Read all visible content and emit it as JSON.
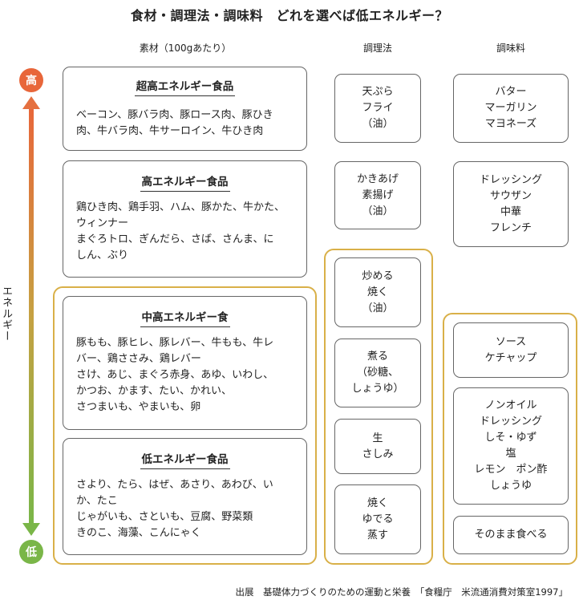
{
  "title": "食材・調理法・調味料　どれを選べば低エネルギー？",
  "columns": {
    "ingredients": "素材（100gあたり）",
    "cooking": "調理法",
    "seasoning": "調味料"
  },
  "scale": {
    "high": "高",
    "low": "低",
    "axis_label": "エネルギー",
    "colors": {
      "high": "#e8663a",
      "mid": "#c6a142",
      "low": "#7ab648"
    }
  },
  "foods": [
    {
      "title": "超高エネルギー食品",
      "lines": [
        "ベーコン、豚バラ肉、豚ロース肉、豚ひき",
        "肉、牛バラ肉、牛サーロイン、牛ひき肉"
      ]
    },
    {
      "title": "高エネルギー食品",
      "lines": [
        "鶏ひき肉、鶏手羽、ハム、豚かた、牛かた、",
        "ウィンナー",
        "まぐろトロ、ぎんだら、さば、さんま、に",
        "しん、ぶり"
      ]
    },
    {
      "title": "中高エネルギー食",
      "lines": [
        "豚もも、豚ヒレ、豚レバー、牛もも、牛レ",
        "バー、鶏ささみ、鶏レバー",
        "さけ、あじ、まぐろ赤身、あゆ、いわし、",
        "かつお、かます、たい、かれい、",
        "さつまいも、やまいも、卵"
      ]
    },
    {
      "title": "低エネルギー食品",
      "lines": [
        "さより、たら、はぜ、あさり、あわび、い",
        "か、たこ",
        "じゃがいも、さといも、豆腐、野菜類",
        "きのこ、海藻、こんにゃく"
      ]
    }
  ],
  "cooking": [
    [
      "天ぷら",
      "フライ",
      "（油）"
    ],
    [
      "かきあげ",
      "素揚げ",
      "（油）"
    ],
    [
      "炒める",
      "焼く",
      "（油）"
    ],
    [
      "煮る",
      "（砂糖、",
      "しょうゆ）"
    ],
    [
      "生",
      "さしみ"
    ],
    [
      "焼く",
      "ゆでる",
      "蒸す"
    ]
  ],
  "seasoning": [
    [
      "バター",
      "マーガリン",
      "マヨネーズ"
    ],
    [
      "ドレッシング",
      "サウザン",
      "中華",
      "フレンチ"
    ],
    [
      "ソース",
      "ケチャップ"
    ],
    [
      "ノンオイル",
      "ドレッシング",
      "しそ・ゆず",
      "塩",
      "レモン　ポン酢",
      "しょうゆ"
    ],
    [
      "そのまま食べる"
    ]
  ],
  "source": "出展　基礎体力づくりのための運動と栄養　「食糧庁　米流通消費対策室1997」",
  "accent_group": "#d9b048"
}
